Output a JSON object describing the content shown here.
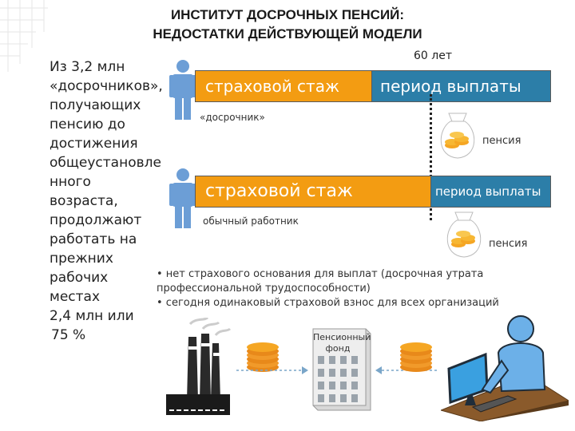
{
  "title": {
    "line1": "ИНСТИТУТ ДОСРОЧНЫХ ПЕНСИЙ:",
    "line2": "НЕДОСТАТКИ ДЕЙСТВУЮЩЕЙ МОДЕЛИ"
  },
  "left_text": [
    "Из 3,2 млн",
    "«досрочников»,",
    "получающих",
    "пенсию до",
    "достижения",
    "общеустановле",
    "нного",
    "возраста,",
    "продолжают",
    "работать на",
    "прежних",
    "рабочих",
    "местах",
    "2,4 млн или",
    "75 %"
  ],
  "age_label": "60 лет",
  "row1": {
    "insurance_label": "страховой стаж",
    "payout_label": "период выплаты",
    "caption": "«досрочник»",
    "pension_label": "пенсия"
  },
  "row2": {
    "insurance_label": "страховой стаж",
    "payout_label": "период выплаты",
    "caption": "обычный работник",
    "pension_label": "пенсия"
  },
  "bullets": [
    "• нет страхового основания для выплат (досрочная утрата",
    "профессиональной трудоспособности)",
    "• сегодня одинаковый страховой взнос для всех организаций"
  ],
  "fund_label": {
    "line1": "Пенсионный",
    "line2": "фонд"
  },
  "colors": {
    "orange": "#f39c12",
    "blue": "#2c7ea8",
    "person": "#6c9ed6",
    "coin": "#f5a623"
  }
}
